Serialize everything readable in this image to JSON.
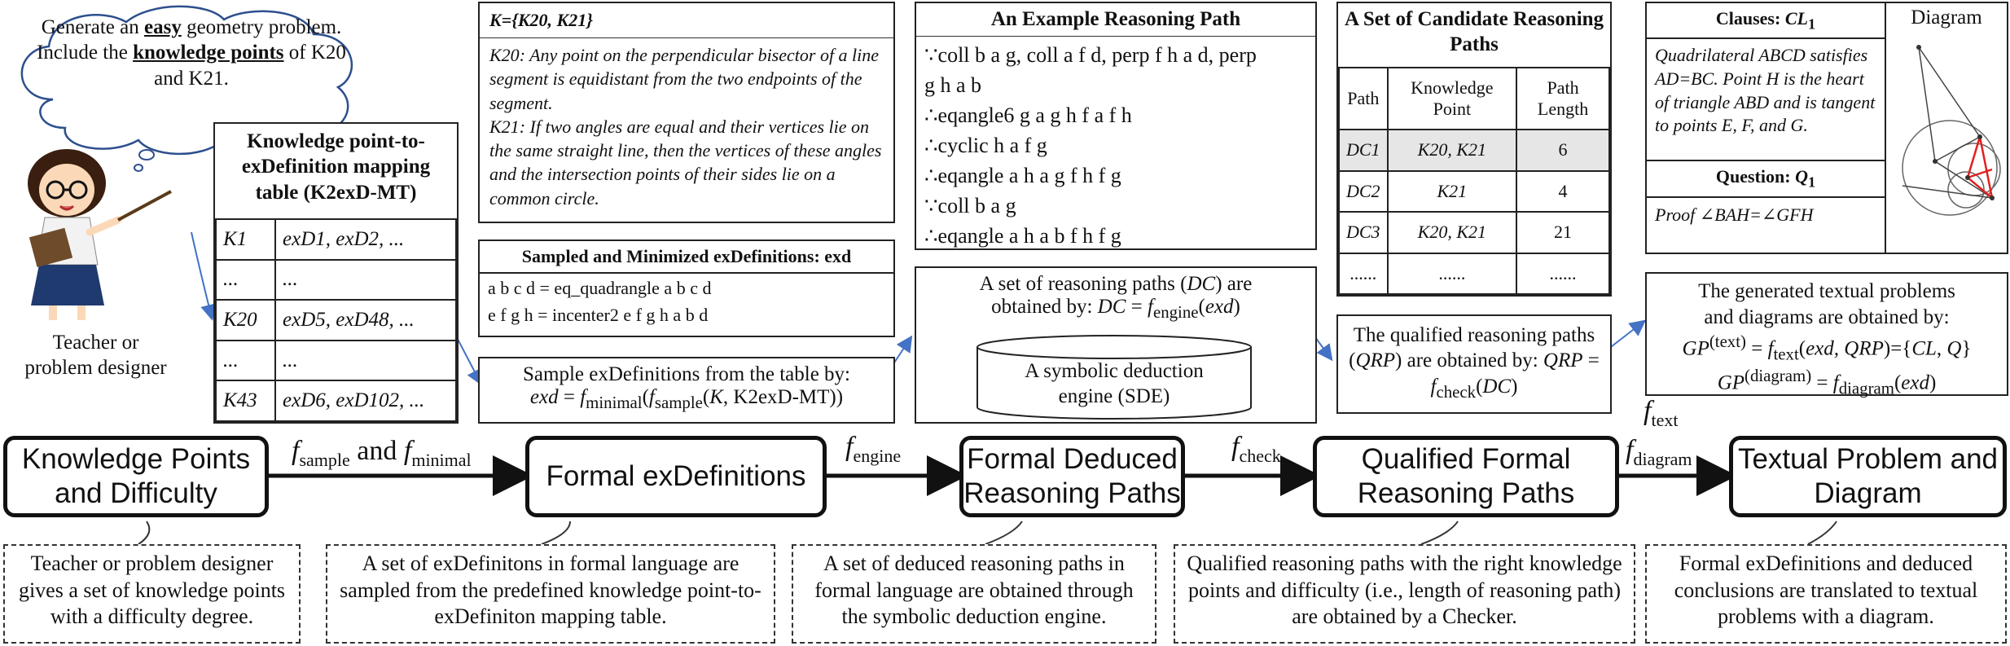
{
  "teacher": {
    "bubble_text_1": "Generate an ",
    "bubble_easy": "easy",
    "bubble_text_2": " geometry problem. Include the ",
    "bubble_kp": "knowledge points",
    "bubble_text_3": " of K20 and K21.",
    "caption": "Teacher or problem designer"
  },
  "k2exd_table": {
    "title": "Knowledge point-to-exDefinition mapping table (K2exD-MT)",
    "rows": [
      {
        "k": "K1",
        "exd": "exD1, exD2, ..."
      },
      {
        "k": "...",
        "exd": "..."
      },
      {
        "k": "K20",
        "exd": "exD5, exD48, ..."
      },
      {
        "k": "...",
        "exd": "..."
      },
      {
        "k": "K43",
        "exd": "exD6, exD102, ..."
      }
    ]
  },
  "kbox": {
    "header": "K={K20, K21}",
    "k20_label": "K20",
    "k20_text": ": Any point on the perpendicular bisector of a line segment is equidistant from the two endpoints of the segment.",
    "k21_label": "K21",
    "k21_text": ": If two angles are equal and their vertices lie on the same straight line, then the vertices of these angles and the intersection points of their sides lie on a common circle."
  },
  "sampled": {
    "header": "Sampled and Minimized exDefinitions: exd",
    "line1": "a b c d = eq_quadrangle a b c d",
    "line2": "e f g h = incenter2 e f g h a b d"
  },
  "sample_box": {
    "line1": "Sample exDefinitions from the table by:",
    "line2": "exd = fminimal(fsample(K, K2exD-MT))"
  },
  "example_path": {
    "title": "An Example Reasoning Path",
    "lines": [
      "∵coll b a g, coll a f d, perp f h a d, perp",
      "g h a b",
      "∴eqangle6 g a g h f a f h",
      "∴cyclic h a f g",
      "∴eqangle a h a g f h f g",
      "∵coll b a g",
      "∴eqangle a h a b f h f g"
    ]
  },
  "engine_box": {
    "text1": "A set of reasoning paths (DC) are",
    "text2": "obtained by: DC = fengine(exd)",
    "cyl_text": "A symbolic deduction engine (SDE)"
  },
  "candidates": {
    "title": "A Set of Candidate Reasoning Paths",
    "headers": [
      "Path",
      "Knowledge Point",
      "Path Length"
    ],
    "rows": [
      {
        "path": "DC1",
        "kp": "K20, K21",
        "len": "6"
      },
      {
        "path": "DC2",
        "kp": "K21",
        "len": "4"
      },
      {
        "path": "DC3",
        "kp": "K20, K21",
        "len": "21"
      },
      {
        "path": "......",
        "kp": "......",
        "len": "......"
      }
    ],
    "highlight_color": "#e6e6e6"
  },
  "qrp_box": {
    "text": "The qualified reasoning paths (QRP) are obtained by: QRP = fcheck(DC)"
  },
  "clauses": {
    "header": "Clauses: CL1",
    "text": "Quadrilateral ABCD satisfies AD=BC. Point H is the heart of triangle ABD and is tangent to points E, F, and G.",
    "question_header": "Question: Q1",
    "question": "Proof ∠BAH=∠GFH",
    "diagram_label": "Diagram"
  },
  "generated": {
    "line1": "The generated textual problems",
    "line2": "and diagrams are obtained by:",
    "line3": "GP(text) = ftext(exd, QRP)={CL, Q}",
    "line4": "GP(diagram) = fdiagram(exd)"
  },
  "stages": [
    "Knowledge Points and Difficulty",
    "Formal exDefinitions",
    "Formal Deduced Reasoning Paths",
    "Qualified Formal Reasoning Paths",
    "Textual Problem and Diagram"
  ],
  "arrow_labels": {
    "a1_f": "f",
    "a1_sub1": "sample",
    "a1_and": " and ",
    "a1_sub2": "minimal",
    "a2_sub": "engine",
    "a3_sub": "check",
    "a4_top_sub": "text",
    "a4_bot_sub": "diagram"
  },
  "descriptions": [
    "Teacher or problem designer gives a set of knowledge points with a difficulty degree.",
    "A set of exDefinitons in formal language are sampled from the predefined knowledge point-to-exDefiniton mapping table.",
    "A set of deduced reasoning paths in formal language are obtained through the symbolic deduction engine.",
    "Qualified reasoning paths with the right knowledge points and difficulty (i.e., length of reasoning path) are obtained by a Checker.",
    "Formal exDefinitions and deduced conclusions are translated to textual problems with a diagram."
  ],
  "colors": {
    "connector_blue": "#4472c4",
    "diagram_red": "#e02020"
  }
}
